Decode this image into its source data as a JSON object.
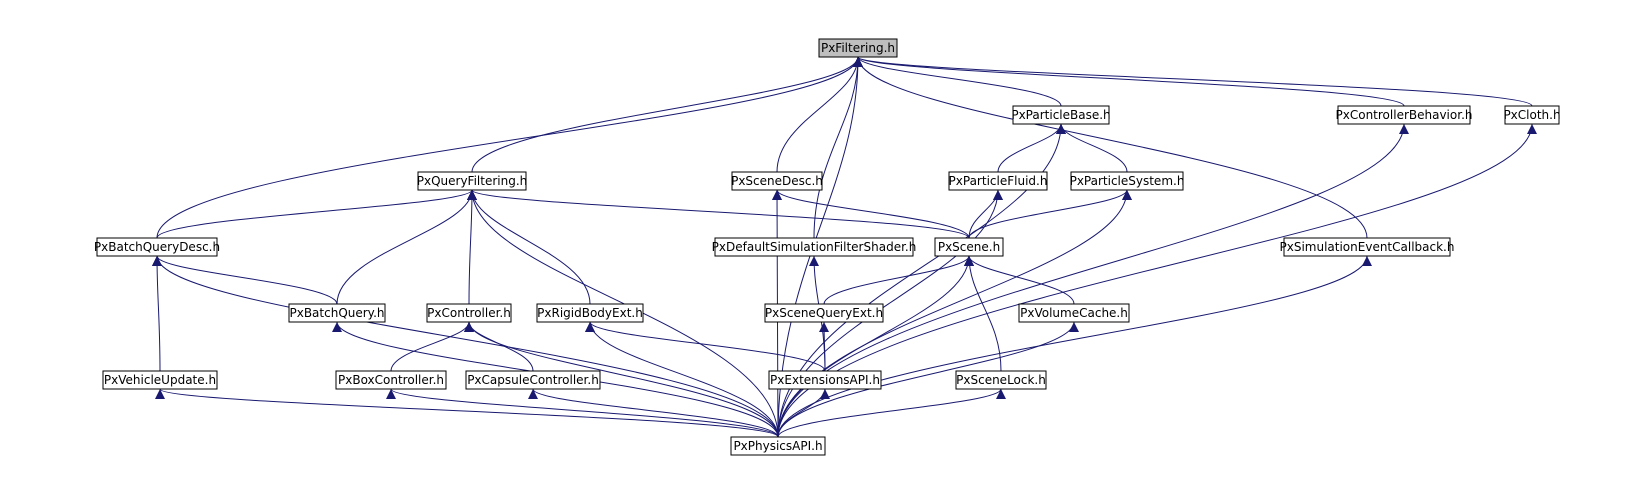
{
  "nodes": [
    {
      "id": "filtering",
      "label": "PxFiltering.h",
      "root": true
    },
    {
      "id": "particlebase",
      "label": "PxParticleBase.h"
    },
    {
      "id": "controllerbehavior",
      "label": "PxControllerBehavior.h"
    },
    {
      "id": "cloth",
      "label": "PxCloth.h"
    },
    {
      "id": "queryfiltering",
      "label": "PxQueryFiltering.h"
    },
    {
      "id": "scenedesc",
      "label": "PxSceneDesc.h"
    },
    {
      "id": "particlefluid",
      "label": "PxParticleFluid.h"
    },
    {
      "id": "particlesystem",
      "label": "PxParticleSystem.h"
    },
    {
      "id": "batchquerydesc",
      "label": "PxBatchQueryDesc.h"
    },
    {
      "id": "defaultshader",
      "label": "PxDefaultSimulationFilterShader.h"
    },
    {
      "id": "scene",
      "label": "PxScene.h"
    },
    {
      "id": "simeventcallback",
      "label": "PxSimulationEventCallback.h"
    },
    {
      "id": "batchquery",
      "label": "PxBatchQuery.h"
    },
    {
      "id": "controller",
      "label": "PxController.h"
    },
    {
      "id": "rigidbodyext",
      "label": "PxRigidBodyExt.h"
    },
    {
      "id": "scenequeryext",
      "label": "PxSceneQueryExt.h"
    },
    {
      "id": "volumecache",
      "label": "PxVolumeCache.h"
    },
    {
      "id": "vehicleupdate",
      "label": "PxVehicleUpdate.h"
    },
    {
      "id": "boxcontroller",
      "label": "PxBoxController.h"
    },
    {
      "id": "capsulecontroller",
      "label": "PxCapsuleController.h"
    },
    {
      "id": "extensionsapi",
      "label": "PxExtensionsAPI.h"
    },
    {
      "id": "scenelock",
      "label": "PxSceneLock.h"
    },
    {
      "id": "physicsapi",
      "label": "PxPhysicsAPI.h"
    }
  ],
  "edges": [
    [
      "particlebase",
      "filtering"
    ],
    [
      "controllerbehavior",
      "filtering"
    ],
    [
      "cloth",
      "filtering"
    ],
    [
      "queryfiltering",
      "filtering"
    ],
    [
      "scenedesc",
      "filtering"
    ],
    [
      "batchquerydesc",
      "filtering"
    ],
    [
      "defaultshader",
      "filtering"
    ],
    [
      "simeventcallback",
      "filtering"
    ],
    [
      "physicsapi",
      "filtering"
    ],
    [
      "particlefluid",
      "particlebase"
    ],
    [
      "particlesystem",
      "particlebase"
    ],
    [
      "physicsapi",
      "particlebase"
    ],
    [
      "physicsapi",
      "controllerbehavior"
    ],
    [
      "physicsapi",
      "cloth"
    ],
    [
      "batchquerydesc",
      "queryfiltering"
    ],
    [
      "scene",
      "queryfiltering"
    ],
    [
      "batchquery",
      "queryfiltering"
    ],
    [
      "controller",
      "queryfiltering"
    ],
    [
      "rigidbodyext",
      "queryfiltering"
    ],
    [
      "physicsapi",
      "queryfiltering"
    ],
    [
      "scene",
      "scenedesc"
    ],
    [
      "physicsapi",
      "scenedesc"
    ],
    [
      "scene",
      "particlefluid"
    ],
    [
      "physicsapi",
      "particlefluid"
    ],
    [
      "scene",
      "particlesystem"
    ],
    [
      "physicsapi",
      "particlesystem"
    ],
    [
      "batchquery",
      "batchquerydesc"
    ],
    [
      "vehicleupdate",
      "batchquerydesc"
    ],
    [
      "physicsapi",
      "batchquerydesc"
    ],
    [
      "extensionsapi",
      "defaultshader"
    ],
    [
      "scenequeryext",
      "scene"
    ],
    [
      "volumecache",
      "scene"
    ],
    [
      "scenelock",
      "scene"
    ],
    [
      "physicsapi",
      "scene"
    ],
    [
      "physicsapi",
      "simeventcallback"
    ],
    [
      "physicsapi",
      "batchquery"
    ],
    [
      "boxcontroller",
      "controller"
    ],
    [
      "capsulecontroller",
      "controller"
    ],
    [
      "physicsapi",
      "controller"
    ],
    [
      "extensionsapi",
      "rigidbodyext"
    ],
    [
      "physicsapi",
      "rigidbodyext"
    ],
    [
      "extensionsapi",
      "scenequeryext"
    ],
    [
      "physicsapi",
      "volumecache"
    ],
    [
      "physicsapi",
      "vehicleupdate"
    ],
    [
      "physicsapi",
      "boxcontroller"
    ],
    [
      "physicsapi",
      "capsulecontroller"
    ],
    [
      "physicsapi",
      "extensionsapi"
    ],
    [
      "physicsapi",
      "scenelock"
    ]
  ],
  "colors": {
    "edge": "#191970",
    "root_fill": "#bfbfbf",
    "node_fill": "#ffffff",
    "node_border": "#000000"
  }
}
